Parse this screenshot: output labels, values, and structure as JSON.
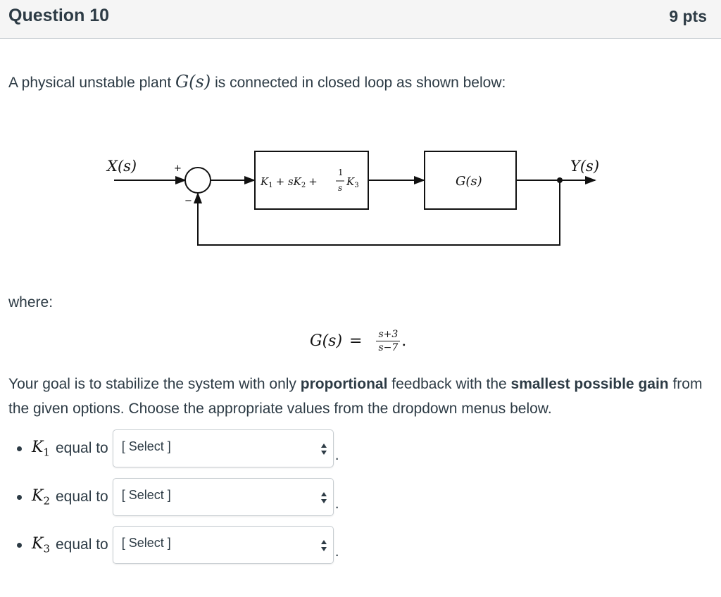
{
  "header": {
    "title": "Question 10",
    "points": "9 pts"
  },
  "intro": {
    "text": "A physical unstable plant",
    "math": "G(s)",
    "text_after": "is connected in closed loop as shown below:"
  },
  "diagram": {
    "input_label": "X(s)",
    "output_label": "Y(s)",
    "sum_plus": "+",
    "sum_minus": "−",
    "controller_k1": "K",
    "controller_k1_sub": "1",
    "controller_plus1": "+ s",
    "controller_k2": "K",
    "controller_k2_sub": "2",
    "controller_plus2": "+",
    "controller_frac_num": "1",
    "controller_frac_den": "s",
    "controller_k3": "K",
    "controller_k3_sub": "3",
    "plant_label": "G(s)"
  },
  "where": "where:",
  "plant_eq": {
    "lhs": "G(s)",
    "eq": "=",
    "num": "s+3",
    "den": "s−7",
    "end": "."
  },
  "goal": {
    "p1": "Your goal is to stabilize the system with only ",
    "b1": "proportional",
    "p2": " feedback with the ",
    "b2": "smallest possible gain",
    "p3": " from the given options. Choose the appropriate values from the dropdown menus below."
  },
  "answers": [
    {
      "var": "K",
      "sub": "1",
      "text": "equal to",
      "select": "[ Select ]",
      "end": "."
    },
    {
      "var": "K",
      "sub": "2",
      "text": "equal to",
      "select": "[ Select ]",
      "end": "."
    },
    {
      "var": "K",
      "sub": "3",
      "text": "equal to",
      "select": "[ Select ]",
      "end": "."
    }
  ]
}
